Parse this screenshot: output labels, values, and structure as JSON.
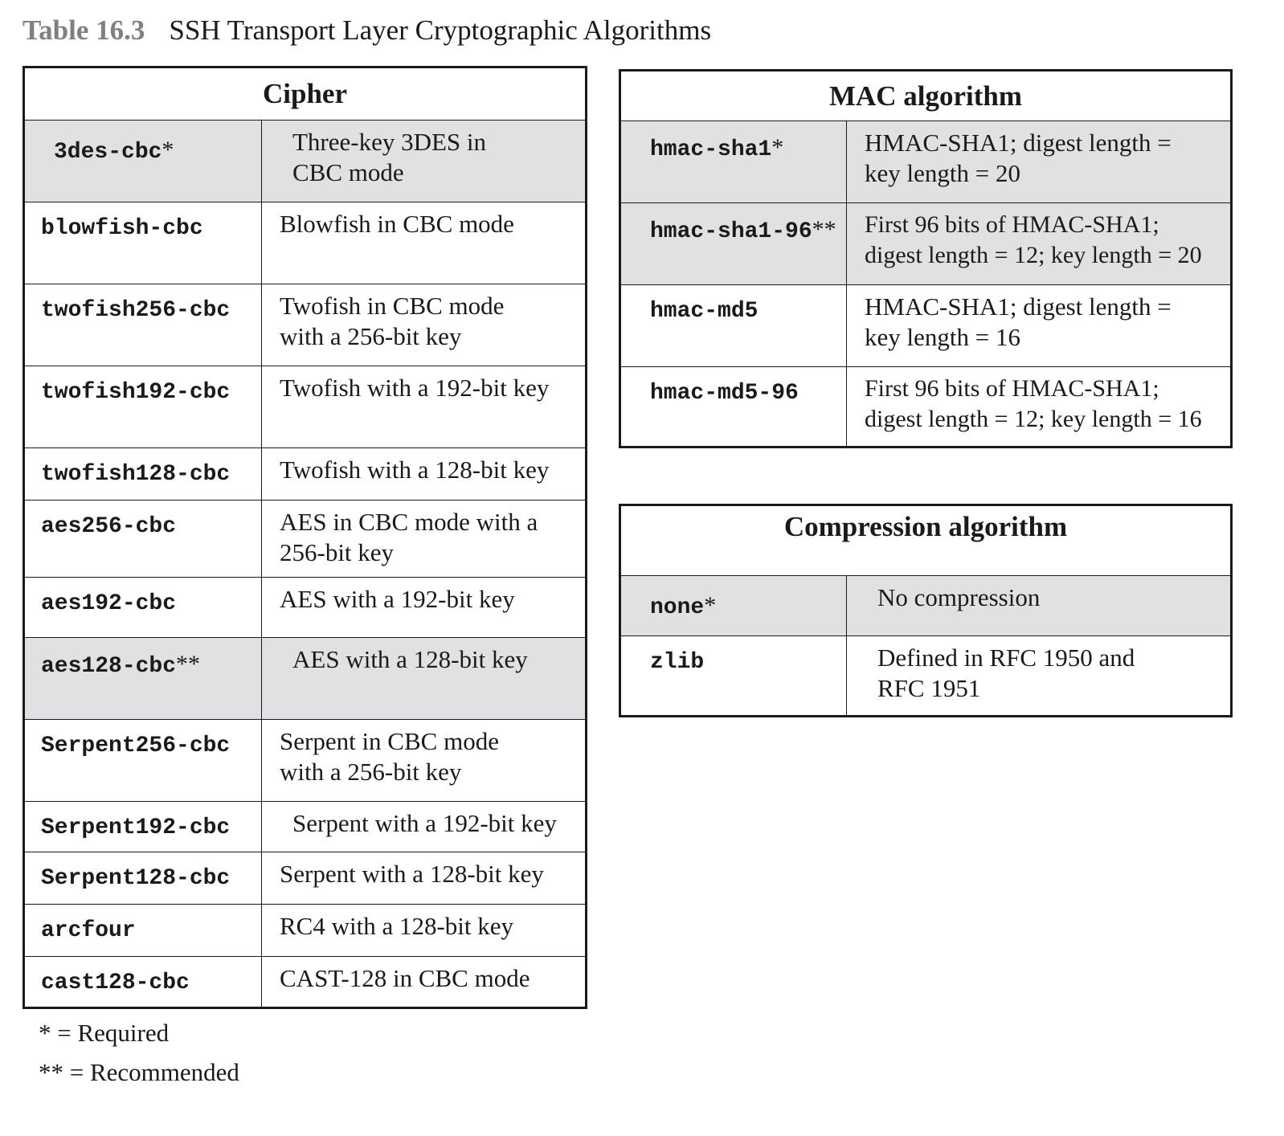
{
  "caption": {
    "number": "Table 16.3",
    "title": "SSH Transport Layer Cryptographic Algorithms"
  },
  "cipher": {
    "header": "Cipher",
    "rows": [
      {
        "name": "3des-cbc",
        "mark": "*",
        "desc_lines": [
          "Three-key 3DES in",
          "CBC mode"
        ]
      },
      {
        "name": "blowfish-cbc",
        "mark": "",
        "desc_lines": [
          "Blowfish in CBC mode"
        ]
      },
      {
        "name": "twofish256-cbc",
        "mark": "",
        "desc_lines": [
          "Twofish in CBC mode",
          "with a 256-bit key"
        ]
      },
      {
        "name": "twofish192-cbc",
        "mark": "",
        "desc_lines": [
          "Twofish with a 192-bit key"
        ]
      },
      {
        "name": "twofish128-cbc",
        "mark": "",
        "desc_lines": [
          "Twofish with a 128-bit key"
        ]
      },
      {
        "name": "aes256-cbc",
        "mark": "",
        "desc_lines": [
          "AES in CBC mode with a",
          "256-bit key"
        ]
      },
      {
        "name": "aes192-cbc",
        "mark": "",
        "desc_lines": [
          "AES with a 192-bit key"
        ]
      },
      {
        "name": "aes128-cbc",
        "mark": "**",
        "desc_lines": [
          "AES with a 128-bit key"
        ]
      },
      {
        "name": "Serpent256-cbc",
        "mark": "",
        "desc_lines": [
          "Serpent in CBC mode",
          "with a 256-bit key"
        ]
      },
      {
        "name": "Serpent192-cbc",
        "mark": "",
        "desc_lines": [
          "Serpent with a 192-bit key"
        ]
      },
      {
        "name": "Serpent128-cbc",
        "mark": "",
        "desc_lines": [
          "Serpent with a 128-bit key"
        ]
      },
      {
        "name": "arcfour",
        "mark": "",
        "desc_lines": [
          "RC4 with a 128-bit key"
        ]
      },
      {
        "name": "cast128-cbc",
        "mark": "",
        "desc_lines": [
          "CAST-128 in CBC mode"
        ]
      }
    ]
  },
  "mac": {
    "header": "MAC algorithm",
    "rows": [
      {
        "name": "hmac-sha1",
        "mark": "*",
        "desc_lines": [
          "HMAC-SHA1; digest length =",
          "key length = 20"
        ]
      },
      {
        "name": "hmac-sha1-96",
        "mark": "**",
        "desc_lines": [
          "First 96 bits of HMAC-SHA1;",
          "digest length = 12; key length = 20"
        ]
      },
      {
        "name": "hmac-md5",
        "mark": "",
        "desc_lines": [
          "HMAC-SHA1; digest length =",
          "key length = 16"
        ]
      },
      {
        "name": "hmac-md5-96",
        "mark": "",
        "desc_lines": [
          "First 96 bits of HMAC-SHA1;",
          "digest length = 12; key length = 16"
        ]
      }
    ]
  },
  "compression": {
    "header": "Compression algorithm",
    "rows": [
      {
        "name": "none",
        "mark": "*",
        "desc_lines": [
          "No compression"
        ]
      },
      {
        "name": "zlib",
        "mark": "",
        "desc_lines": [
          "Defined in RFC 1950 and",
          "RFC 1951"
        ]
      }
    ]
  },
  "footnotes": {
    "required": "* = Required",
    "recommended": "** = Recommended"
  }
}
